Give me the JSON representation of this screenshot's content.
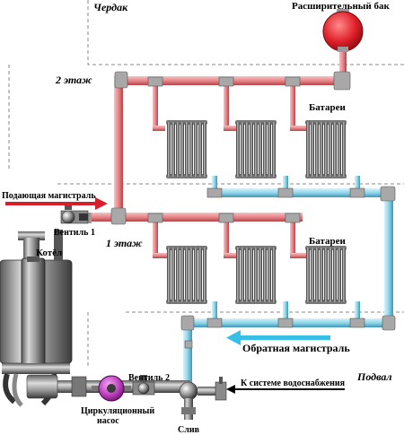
{
  "labels": {
    "attic": "Чердак",
    "expansion_tank": "Расширительный бак",
    "floor2": "2 этаж",
    "batteries_top": "Батареи",
    "supply_main": "Подающая магистраль",
    "valve1": "Вентиль 1",
    "boiler": "Котёл",
    "floor1": "1 этаж",
    "batteries_bottom": "Батареи",
    "return_main": "Обратная магистраль",
    "basement": "Подвал",
    "valve2": "Вентиль 2",
    "water_supply": "К системе водоснабжения",
    "pump_line1": "Циркуляционный",
    "pump_line2": "насос",
    "drain": "Слив"
  },
  "colors": {
    "supply_pipe": "#e8868a",
    "supply_pipe_dark": "#b54448",
    "return_pipe": "#8fd6ea",
    "return_pipe_dark": "#3e97b3",
    "tank": "#e0202a",
    "arrow_supply": "#d81e2b",
    "arrow_return": "#36c0e8",
    "fitting": "#a8a8a8",
    "radiator": "#5c5c5c"
  }
}
